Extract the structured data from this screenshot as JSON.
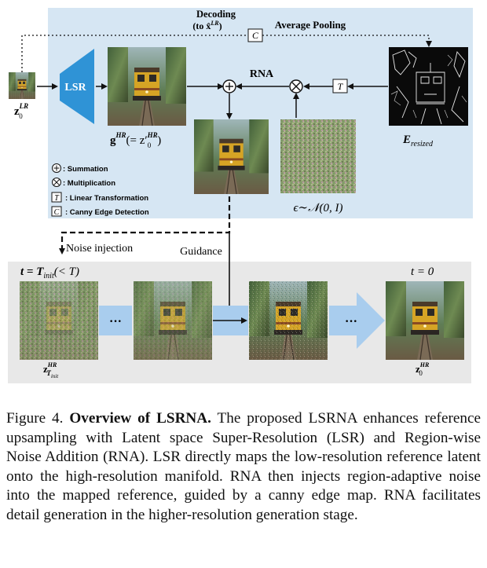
{
  "top_labels": {
    "decoding_line1": "Decoding",
    "decoding_line2": "(to x̂",
    "decoding_sup": "LR",
    "decoding_close": ")",
    "average_pooling": "Average Pooling",
    "canny_symbol": "C",
    "rna": "RNA",
    "transform_symbol": "T"
  },
  "latents": {
    "z0_lr_base": "z",
    "z0_lr_sub": "0",
    "z0_lr_sup": "LR",
    "lsr": "LSR",
    "ghr_base": "g",
    "ghr_sup": "HR",
    "ghr_eq": "(= z′",
    "ghr_eq_sub": "0",
    "ghr_eq_sup": "HR",
    "ghr_close": ")",
    "e_resized_base": "E",
    "e_resized_sub": "resized",
    "noise_label": "ϵ∼𝒩(0, I)"
  },
  "legend": [
    {
      "symbol": "+",
      "text": ": Summation"
    },
    {
      "symbol": "×",
      "text": ": Multiplication"
    },
    {
      "symbol": "T",
      "text": ": Linear Transformation"
    },
    {
      "symbol": "C",
      "text": ": Canny Edge Detection"
    }
  ],
  "bottom": {
    "noise_injection": "Noise injection",
    "guidance": "Guidance",
    "t_init_label": "t = T",
    "t_init_sub": "init",
    "t_init_tail": "(< T)",
    "t_zero_label": "t = 0",
    "ellipsis": "···",
    "z_tinit_base": "z",
    "z_tinit_sup": "HR",
    "z_tinit_sub": "T",
    "z_tinit_subsub": "init",
    "z0_hr_base": "z",
    "z0_hr_sub": "0",
    "z0_hr_sup": "HR"
  },
  "caption": {
    "prefix": "Figure 4. ",
    "bold": "Overview of LSRNA.",
    "body": " The proposed LSRNA enhances reference upsampling with Latent space Super-Resolution (LSR) and Region-wise Noise Addition (RNA). LSR directly maps the low-resolution reference latent onto the high-resolution manifold. RNA then injects region-adaptive noise into the mapped reference, guided by a canny edge map. RNA facilitates detail generation in the higher-resolution generation stage."
  },
  "colors": {
    "top_panel": "#d6e6f3",
    "bottom_panel": "#e8e8e8",
    "lsr_block": "#2f93d6",
    "flow_arrow": "#a9cdee",
    "train_yellow": "#d6a425"
  }
}
